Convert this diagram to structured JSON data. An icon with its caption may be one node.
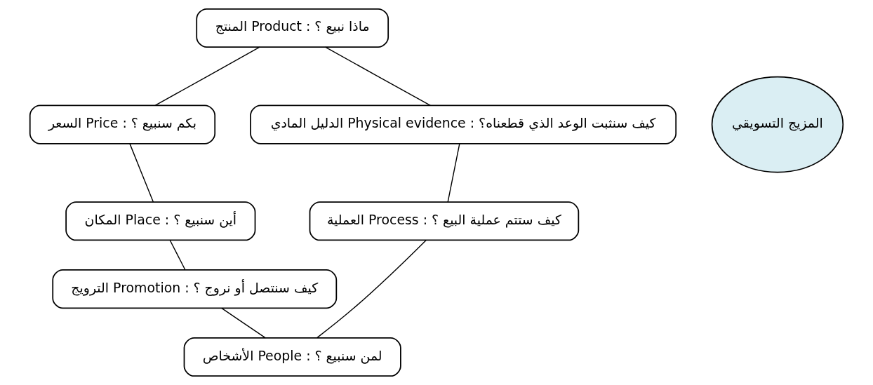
{
  "diagram": {
    "nodes": [
      {
        "text": [
          "المنتج Product : ماذا نبيع ؟"
        ]
      },
      {
        "text": [
          "السعر Price : بكم سنبيع ؟"
        ]
      },
      {
        "text": [
          "المكان Place : أين سنبيع ؟"
        ]
      },
      {
        "text": [
          "الترويج Promotion : كيف سنتصل أو نروج ؟"
        ]
      },
      {
        "text": [
          "الأشخاص People : لمن سنبيع ؟"
        ]
      },
      {
        "text": [
          "العملية Process : كيف ستتم عملية البيع ؟"
        ]
      },
      {
        "text": [
          "الدليل المادي Physical evidence : كيف سنثبت الوعد الذي قطعناه؟"
        ]
      },
      {
        "text": [
          "المزيج التسويقي"
        ]
      }
    ],
    "edges": [
      {
        "from": 0,
        "to": 1,
        "arrow": "none"
      },
      {
        "from": 1,
        "to": 2,
        "arrow": "none"
      },
      {
        "from": 2,
        "to": 3,
        "arrow": "none"
      },
      {
        "from": 3,
        "to": 4,
        "arrow": "none"
      },
      {
        "from": 4,
        "to": 5,
        "arrow": "none"
      },
      {
        "from": 5,
        "to": 6,
        "arrow": "none"
      },
      {
        "from": 6,
        "to": 0,
        "arrow": "none"
      }
    ]
  }
}
